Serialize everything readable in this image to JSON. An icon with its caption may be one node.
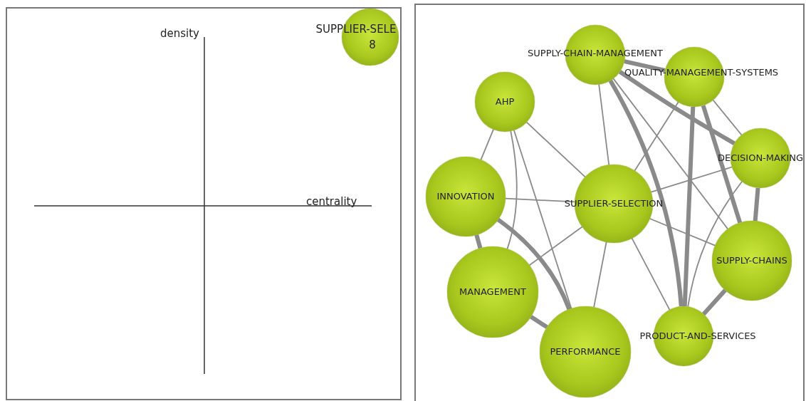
{
  "diagram": {
    "nodes": [
      {
        "text": [
          "SUPPLIER-SELE",
          "8"
        ]
      },
      {
        "text": [
          "SUPPLY-CHAIN-MANAGEMENT"
        ]
      },
      {
        "text": [
          "QUALITY-MANAGEMENT-SYSTEMS"
        ]
      },
      {
        "text": [
          "AHP"
        ]
      },
      {
        "text": [
          "DECISION-MAKING"
        ]
      },
      {
        "text": [
          "INNOVATION"
        ]
      },
      {
        "text": [
          "SUPPLIER-SELECTION"
        ]
      },
      {
        "text": [
          "SUPPLY-CHAINS"
        ]
      },
      {
        "text": [
          "MANAGEMENT"
        ]
      },
      {
        "text": [
          "PERFORMANCE"
        ]
      },
      {
        "text": [
          "PRODUCT-AND-SERVICES"
        ]
      }
    ],
    "edges": [
      {
        "from": 3,
        "to": 5,
        "arrow": "none"
      },
      {
        "from": 3,
        "to": 8,
        "arrow": "none"
      },
      {
        "from": 3,
        "to": 9,
        "arrow": "none"
      },
      {
        "from": 3,
        "to": 6,
        "arrow": "none"
      },
      {
        "from": 1,
        "to": 6,
        "arrow": "none"
      },
      {
        "from": 1,
        "to": 10,
        "arrow": "none",
        "style": "thick"
      },
      {
        "from": 1,
        "to": 7,
        "arrow": "none"
      },
      {
        "from": 1,
        "to": 4,
        "arrow": "none",
        "style": "thick"
      },
      {
        "from": 1,
        "to": 2,
        "arrow": "none",
        "style": "thick"
      },
      {
        "from": 2,
        "to": 6,
        "arrow": "none"
      },
      {
        "from": 2,
        "to": 10,
        "arrow": "none",
        "style": "thick"
      },
      {
        "from": 2,
        "to": 7,
        "arrow": "none",
        "style": "thick"
      },
      {
        "from": 2,
        "to": 4,
        "arrow": "none"
      },
      {
        "from": 4,
        "to": 6,
        "arrow": "none"
      },
      {
        "from": 4,
        "to": 7,
        "arrow": "none",
        "style": "thick"
      },
      {
        "from": 4,
        "to": 10,
        "arrow": "none"
      },
      {
        "from": 6,
        "to": 7,
        "arrow": "none"
      },
      {
        "from": 6,
        "to": 5,
        "arrow": "none"
      },
      {
        "from": 6,
        "to": 8,
        "arrow": "none"
      },
      {
        "from": 6,
        "to": 9,
        "arrow": "none"
      },
      {
        "from": 6,
        "to": 10,
        "arrow": "none"
      },
      {
        "from": 5,
        "to": 8,
        "arrow": "none",
        "style": "thick"
      },
      {
        "from": 5,
        "to": 9,
        "arrow": "none",
        "style": "thick"
      },
      {
        "from": 8,
        "to": 9,
        "arrow": "none",
        "style": "thick"
      },
      {
        "from": 10,
        "to": 7,
        "arrow": "none",
        "style": "thick"
      }
    ],
    "labels": [
      "density",
      "centrality"
    ]
  }
}
